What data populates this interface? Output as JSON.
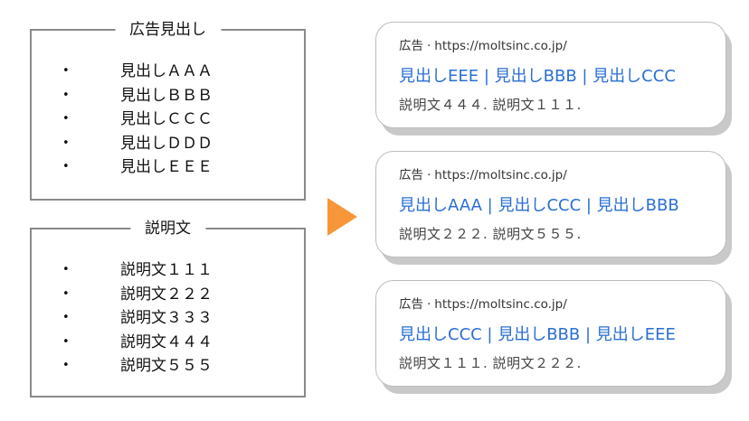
{
  "headlines_group": {
    "title": "広告見出し",
    "items": [
      "見出しＡＡＡ",
      "見出しＢＢＢ",
      "見出しＣＣＣ",
      "見出しＤＤＤ",
      "見出しＥＥＥ"
    ]
  },
  "descriptions_group": {
    "title": "説明文",
    "items": [
      "説明文１１１",
      "説明文２２２",
      "説明文３３３",
      "説明文４４４",
      "説明文５５５"
    ]
  },
  "bullet": "•",
  "ads": [
    {
      "label": "広告",
      "separator": "·",
      "url": "https://moltsinc.co.jp/",
      "title": "見出しEEE | 見出しBBB | 見出しCCC",
      "description": "説明文４４４. 説明文１１１."
    },
    {
      "label": "広告",
      "separator": "·",
      "url": "https://moltsinc.co.jp/",
      "title": "見出しAAA | 見出しCCC | 見出しBBB",
      "description": "説明文２２２. 説明文５５５."
    },
    {
      "label": "広告",
      "separator": "·",
      "url": "https://moltsinc.co.jp/",
      "title": "見出しCCC | 見出しBBB | 見出しEEE",
      "description": "説明文１１１. 説明文２２２."
    }
  ],
  "colors": {
    "arrow": "#f7973a",
    "ad_title": "#2a6fd3",
    "border": "#8a8a8a"
  }
}
